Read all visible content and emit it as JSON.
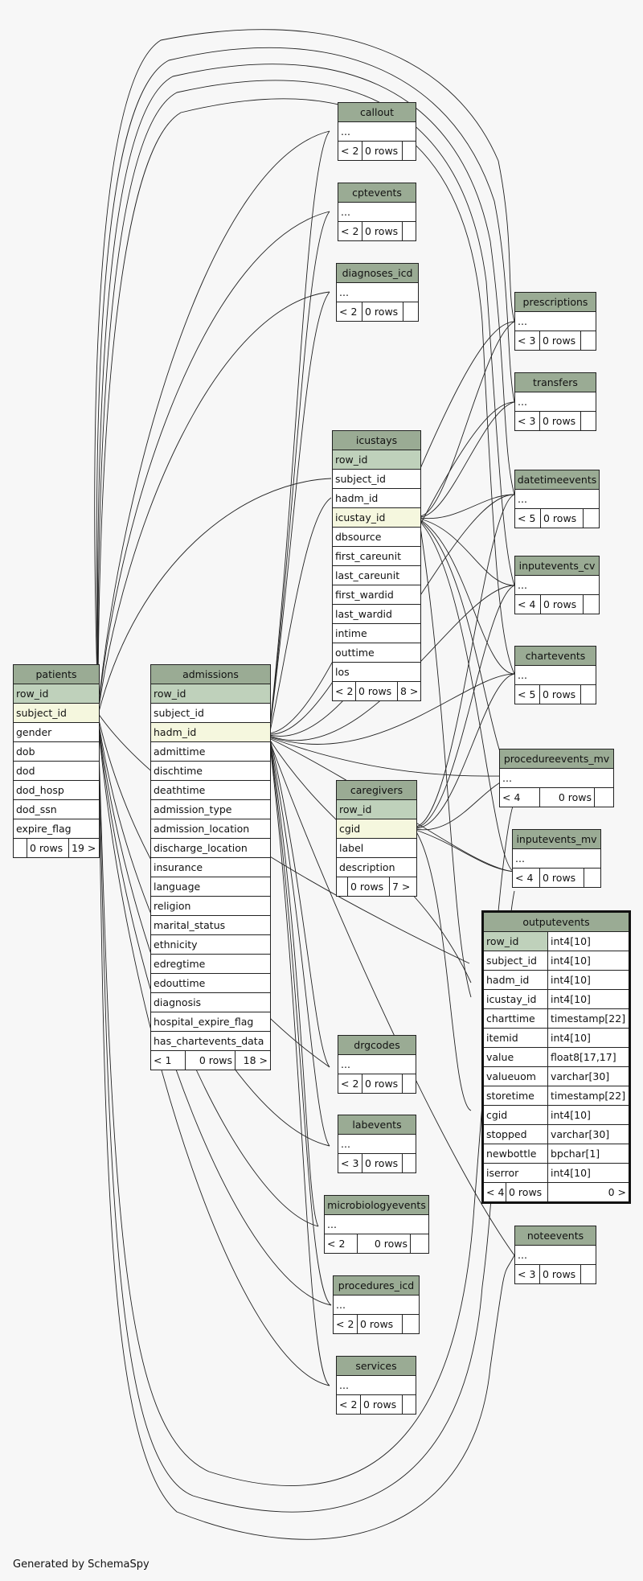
{
  "tables": {
    "callout": {
      "name": "callout",
      "rows": [
        "..."
      ],
      "footer": [
        "< 2",
        "0 rows",
        ""
      ]
    },
    "cptevents": {
      "name": "cptevents",
      "rows": [
        "..."
      ],
      "footer": [
        "< 2",
        "0 rows",
        ""
      ]
    },
    "diagnoses_icd": {
      "name": "diagnoses_icd",
      "rows": [
        "..."
      ],
      "footer": [
        "< 2",
        "0 rows",
        ""
      ]
    },
    "prescriptions": {
      "name": "prescriptions",
      "rows": [
        "..."
      ],
      "footer": [
        "< 3",
        "0 rows",
        ""
      ]
    },
    "transfers": {
      "name": "transfers",
      "rows": [
        "..."
      ],
      "footer": [
        "< 3",
        "0 rows",
        ""
      ]
    },
    "icustays": {
      "name": "icustays",
      "rows": [
        "row_id",
        "subject_id",
        "hadm_id",
        "icustay_id",
        "dbsource",
        "first_careunit",
        "last_careunit",
        "first_wardid",
        "last_wardid",
        "intime",
        "outtime",
        "los"
      ],
      "footer": [
        "< 2",
        "0 rows",
        "8 >"
      ]
    },
    "datetimeevents": {
      "name": "datetimeevents",
      "rows": [
        "..."
      ],
      "footer": [
        "< 5",
        "0 rows",
        ""
      ]
    },
    "inputevents_cv": {
      "name": "inputevents_cv",
      "rows": [
        "..."
      ],
      "footer": [
        "< 4",
        "0 rows",
        ""
      ]
    },
    "chartevents": {
      "name": "chartevents",
      "rows": [
        "..."
      ],
      "footer": [
        "< 5",
        "0 rows",
        ""
      ]
    },
    "patients": {
      "name": "patients",
      "rows": [
        "row_id",
        "subject_id",
        "gender",
        "dob",
        "dod",
        "dod_hosp",
        "dod_ssn",
        "expire_flag"
      ],
      "footer": [
        "",
        "0 rows",
        "19 >"
      ]
    },
    "admissions": {
      "name": "admissions",
      "rows": [
        "row_id",
        "subject_id",
        "hadm_id",
        "admittime",
        "dischtime",
        "deathtime",
        "admission_type",
        "admission_location",
        "discharge_location",
        "insurance",
        "language",
        "religion",
        "marital_status",
        "ethnicity",
        "edregtime",
        "edouttime",
        "diagnosis",
        "hospital_expire_flag",
        "has_chartevents_data"
      ],
      "footer": [
        "< 1",
        "0 rows",
        "18 >"
      ]
    },
    "procedureevents_mv": {
      "name": "procedureevents_mv",
      "rows": [
        "..."
      ],
      "footer": [
        "< 4",
        "0 rows",
        ""
      ]
    },
    "caregivers": {
      "name": "caregivers",
      "rows": [
        "row_id",
        "cgid",
        "label",
        "description"
      ],
      "footer": [
        "",
        "0 rows",
        "7 >"
      ]
    },
    "inputevents_mv": {
      "name": "inputevents_mv",
      "rows": [
        "..."
      ],
      "footer": [
        "< 4",
        "0 rows",
        ""
      ]
    },
    "outputevents": {
      "name": "outputevents",
      "columns": [
        {
          "name": "row_id",
          "type": "int4[10]"
        },
        {
          "name": "subject_id",
          "type": "int4[10]"
        },
        {
          "name": "hadm_id",
          "type": "int4[10]"
        },
        {
          "name": "icustay_id",
          "type": "int4[10]"
        },
        {
          "name": "charttime",
          "type": "timestamp[22]"
        },
        {
          "name": "itemid",
          "type": "int4[10]"
        },
        {
          "name": "value",
          "type": "float8[17,17]"
        },
        {
          "name": "valueuom",
          "type": "varchar[30]"
        },
        {
          "name": "storetime",
          "type": "timestamp[22]"
        },
        {
          "name": "cgid",
          "type": "int4[10]"
        },
        {
          "name": "stopped",
          "type": "varchar[30]"
        },
        {
          "name": "newbottle",
          "type": "bpchar[1]"
        },
        {
          "name": "iserror",
          "type": "int4[10]"
        }
      ],
      "footer": [
        "< 4",
        "0 rows",
        "0 >"
      ]
    },
    "drgcodes": {
      "name": "drgcodes",
      "rows": [
        "..."
      ],
      "footer": [
        "< 2",
        "0 rows",
        ""
      ]
    },
    "labevents": {
      "name": "labevents",
      "rows": [
        "..."
      ],
      "footer": [
        "< 3",
        "0 rows",
        ""
      ]
    },
    "microbiologyevents": {
      "name": "microbiologyevents",
      "rows": [
        "..."
      ],
      "footer": [
        "< 2",
        "0 rows",
        ""
      ]
    },
    "noteevents": {
      "name": "noteevents",
      "rows": [
        "..."
      ],
      "footer": [
        "< 3",
        "0 rows",
        ""
      ]
    },
    "procedures_icd": {
      "name": "procedures_icd",
      "rows": [
        "..."
      ],
      "footer": [
        "< 2",
        "0 rows",
        ""
      ]
    },
    "services": {
      "name": "services",
      "rows": [
        "..."
      ],
      "footer": [
        "< 2",
        "0 rows",
        ""
      ]
    }
  },
  "credit": "Generated by SchemaSpy",
  "colors": {
    "header": "#9aab94",
    "primary_key_row": "#bfd1bb",
    "foreign_key_row": "#f5f7de",
    "background": "#f7f7f7"
  }
}
